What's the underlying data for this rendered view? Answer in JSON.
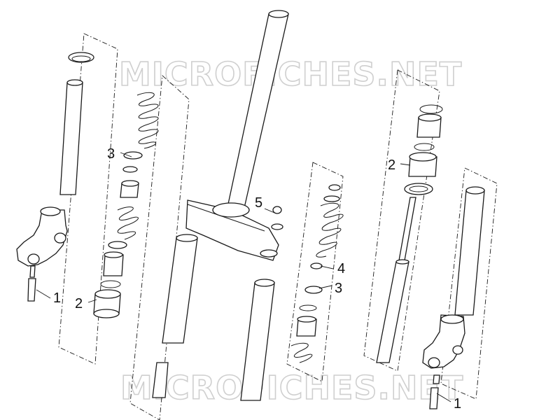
{
  "watermark": {
    "text": "MICROFICHES.NET",
    "color": "#cfcfcf"
  },
  "callouts": [
    {
      "id": "c1a",
      "label": "1"
    },
    {
      "id": "c2a",
      "label": "2"
    },
    {
      "id": "c3a",
      "label": "3"
    },
    {
      "id": "c5",
      "label": "5"
    },
    {
      "id": "c4",
      "label": "4"
    },
    {
      "id": "c3b",
      "label": "3"
    },
    {
      "id": "c2b",
      "label": "2"
    },
    {
      "id": "c1b",
      "label": "1"
    }
  ],
  "colors": {
    "line": "#1a1a1a",
    "background": "#ffffff"
  }
}
